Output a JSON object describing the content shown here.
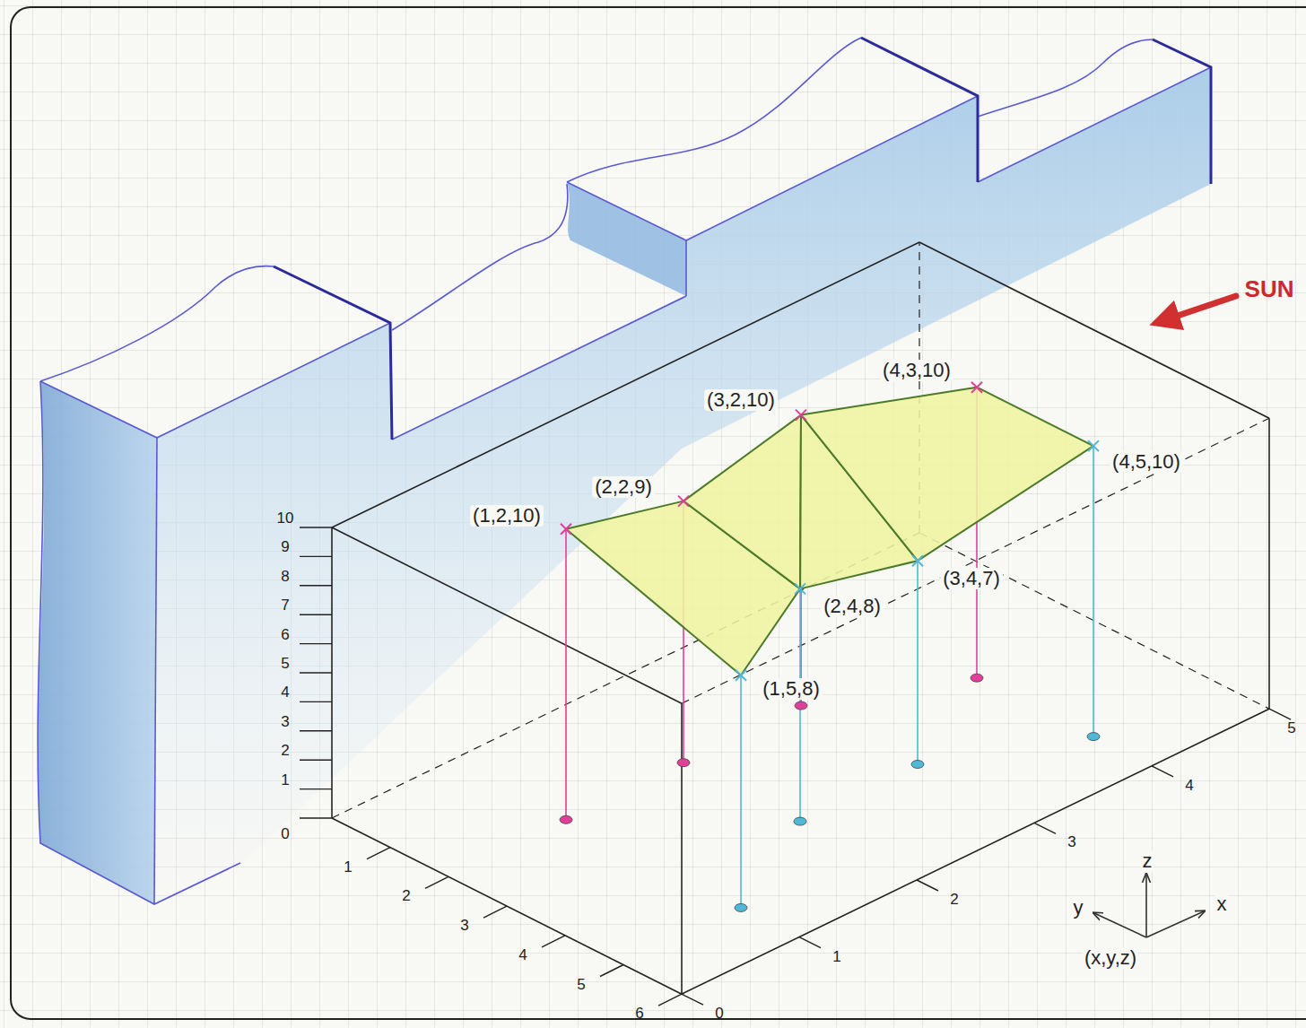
{
  "diagram": {
    "labels": [
      "SUN",
      "(1,2,10)",
      "(2,2,9)",
      "(3,2,10)",
      "(4,3,10)",
      "(4,5,10)",
      "(3,4,7)",
      "(2,4,8)",
      "(1,5,8)",
      "10",
      "9",
      "8",
      "7",
      "6",
      "5",
      "4",
      "3",
      "2",
      "1",
      "0",
      "1",
      "2",
      "3",
      "4",
      "5",
      "6",
      "0",
      "1",
      "2",
      "3",
      "4",
      "5",
      "z",
      "y",
      "x",
      "(x,y,z)"
    ]
  }
}
